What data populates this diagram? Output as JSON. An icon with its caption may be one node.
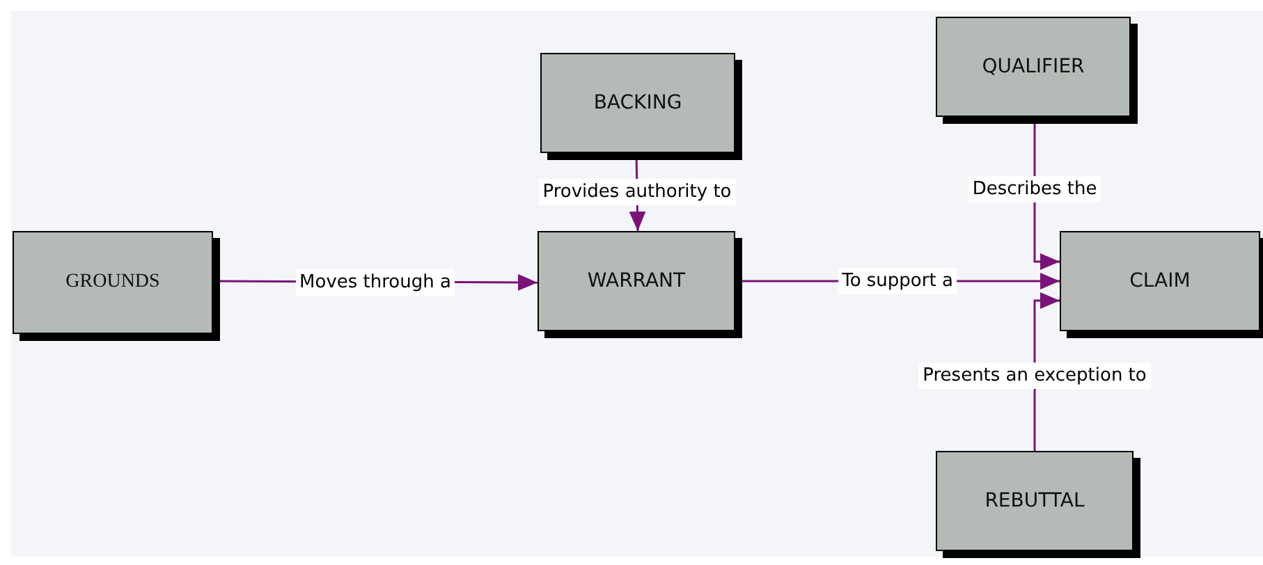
{
  "diagram": {
    "nodes": [
      {
        "text": [
          "GROUNDS"
        ]
      },
      {
        "text": [
          "BACKING"
        ]
      },
      {
        "text": [
          "WARRANT"
        ]
      },
      {
        "text": [
          "QUALIFIER"
        ]
      },
      {
        "text": [
          "CLAIM"
        ]
      },
      {
        "text": [
          "REBUTTAL"
        ]
      }
    ],
    "edges": [
      {
        "from": 0,
        "to": 2,
        "arrow": "to",
        "label": "Moves through a"
      },
      {
        "from": 1,
        "to": 2,
        "arrow": "to",
        "label": "Provides authority to"
      },
      {
        "from": 2,
        "to": 4,
        "arrow": "to",
        "label": "To support a"
      },
      {
        "from": 3,
        "to": 4,
        "arrow": "to",
        "label": "Describes the"
      },
      {
        "from": 5,
        "to": 4,
        "arrow": "to",
        "label": "Presents an exception to"
      }
    ]
  }
}
